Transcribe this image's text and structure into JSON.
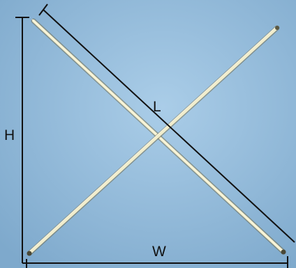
{
  "diagram": {
    "labels": {
      "height": "H",
      "width": "W",
      "length": "L"
    },
    "colors": {
      "background_center": "#a8cbe6",
      "background_edge": "#7ea9cc",
      "rod_highlight": "#f3efcd",
      "rod_shadow": "#8e8a6a",
      "dimension_line": "#111111"
    }
  }
}
